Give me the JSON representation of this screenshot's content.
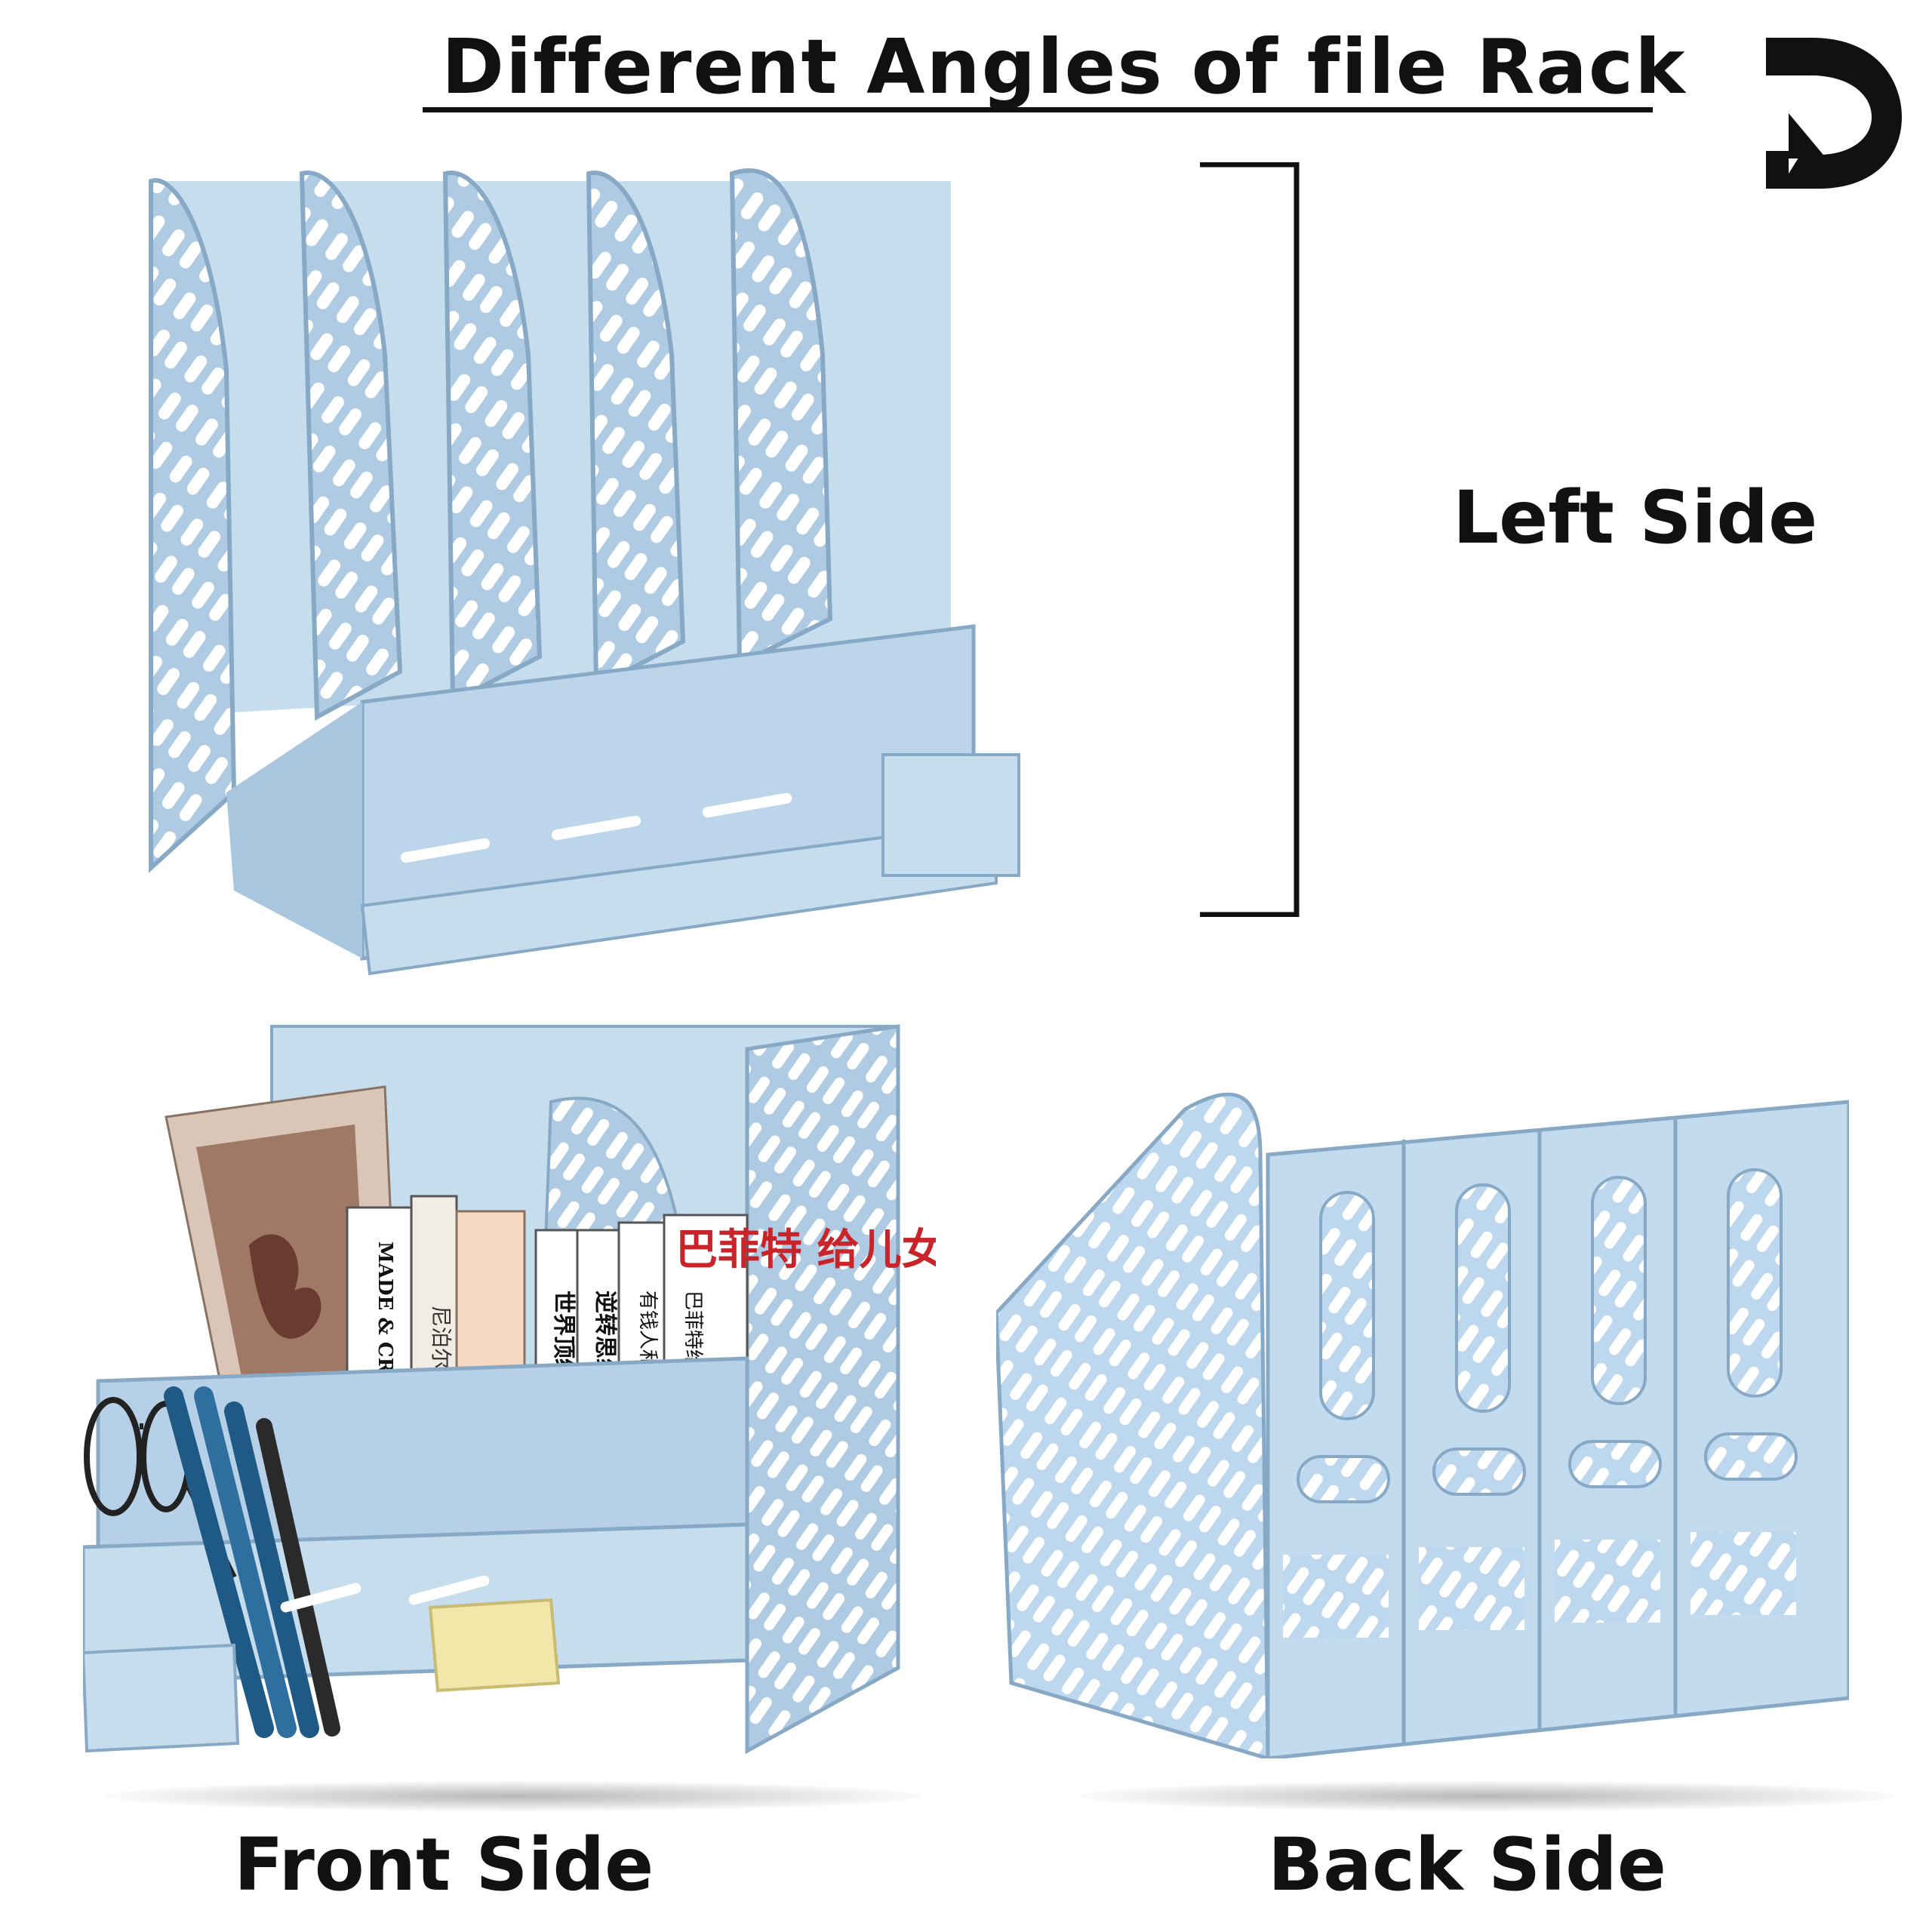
{
  "title": "Different Angles of file Rack",
  "labels": {
    "left": "Left Side",
    "front": "Front Side",
    "back": "Back Side"
  },
  "book_spines": {
    "spine1": "MADE & CRAFTED",
    "spine2": "尼泊尔很美",
    "spine3": "世界顶级思维",
    "spine4": "逆转思维",
    "spine5": "有钱人和你想的不一样",
    "spine6": "巴菲特给儿女的一生忠告",
    "cover": "巴菲特 给儿女的"
  },
  "colors": {
    "rack": "#aecbe3",
    "rack_light": "#c6ddee",
    "rack_shadow": "#87a9c6",
    "text": "#111111"
  }
}
